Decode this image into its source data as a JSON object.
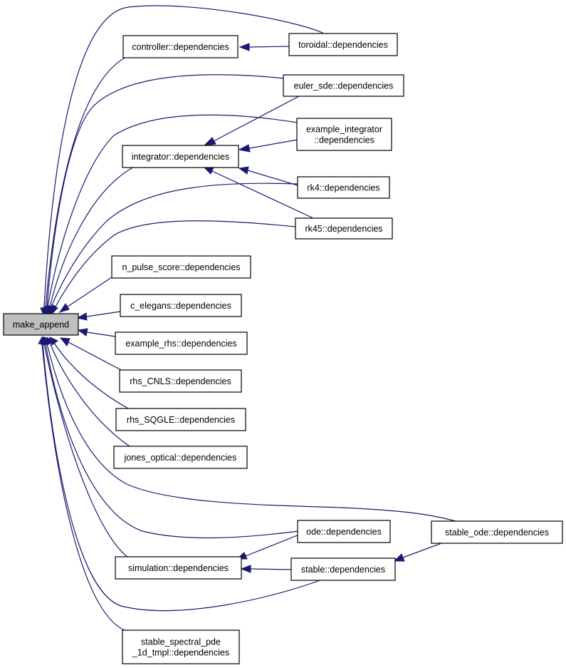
{
  "colors": {
    "edge": "#191970",
    "node_fill": "#ffffff",
    "root_fill": "#bfbfbf",
    "border": "#000000"
  },
  "nodes": {
    "make_append": [
      "make_append"
    ],
    "controller": [
      "controller::dependencies"
    ],
    "toroidal": [
      "toroidal::dependencies"
    ],
    "euler_sde": [
      "euler_sde::dependencies"
    ],
    "example_integrator": [
      "example_integrator",
      "::dependencies"
    ],
    "integrator": [
      "integrator::dependencies"
    ],
    "rk4": [
      "rk4::dependencies"
    ],
    "rk45": [
      "rk45::dependencies"
    ],
    "n_pulse_score": [
      "n_pulse_score::dependencies"
    ],
    "c_elegans": [
      "c_elegans::dependencies"
    ],
    "example_rhs": [
      "example_rhs::dependencies"
    ],
    "rhs_CNLS": [
      "rhs_CNLS::dependencies"
    ],
    "rhs_SQGLE": [
      "rhs_SQGLE::dependencies"
    ],
    "jones_optical": [
      "jones_optical::dependencies"
    ],
    "ode": [
      "ode::dependencies"
    ],
    "stable_ode": [
      "stable_ode::dependencies"
    ],
    "simulation": [
      "simulation::dependencies"
    ],
    "stable": [
      "stable::dependencies"
    ],
    "stable_spectral": [
      "stable_spectral_pde",
      "_1d_tmpl::dependencies"
    ]
  }
}
